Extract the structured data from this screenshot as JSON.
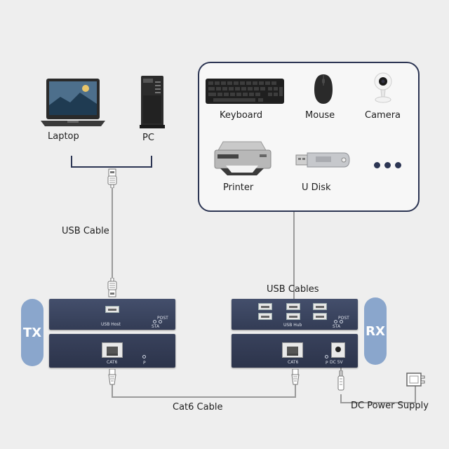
{
  "labels": {
    "laptop": "Laptop",
    "pc": "PC",
    "usb_cable": "USB Cable",
    "keyboard": "Keyboard",
    "mouse": "Mouse",
    "camera": "Camera",
    "printer": "Printer",
    "u_disk": "U Disk",
    "usb_cables": "USB Cables",
    "cat6_cable": "Cat6 Cable",
    "dc_power_supply": "DC Power Supply"
  },
  "tx": {
    "tag": "TX",
    "usb_host": "USB Host",
    "post": "POST",
    "sta": "STA",
    "cat6": "CAT6",
    "p": "P"
  },
  "rx": {
    "tag": "RX",
    "usb_hub": "USB Hub",
    "post": "POST",
    "sta": "STA",
    "cat6": "CAT6",
    "p": "P",
    "dc5v": "DC 5V"
  },
  "colors": {
    "unit_body": "#3b4560",
    "tag_fill": "#8aa6cc",
    "box_border": "#2c3553"
  }
}
